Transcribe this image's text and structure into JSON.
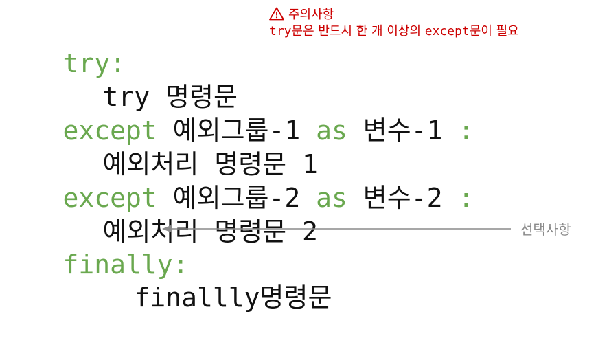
{
  "code": {
    "try_kw": "try:",
    "try_body": "try 명령문",
    "except1": {
      "kw": "except",
      "group": " 예외그룹-1 ",
      "as": "as",
      "var": " 변수-1 ",
      "colon": ":"
    },
    "except1_body": "예외처리 명령문 1",
    "except2": {
      "kw": "except",
      "group": " 예외그룹-2 ",
      "as": "as",
      "var": " 변수-2 ",
      "colon": ":"
    },
    "except2_body": "예외처리 명령문 2",
    "finally_kw": "finally:",
    "finally_body": "finallly명령문"
  },
  "note": {
    "icon": "warning-triangle-icon",
    "title": "주의사항",
    "line_prefix": "try",
    "line_mid": "문은 반드시 한 개 이상의 ",
    "line_kw": "except",
    "line_suffix": "문이 필요"
  },
  "annotation": {
    "label": "선택사항",
    "icon": "left-arrow-icon"
  },
  "colors": {
    "keyword": "#6aa84f",
    "text": "#111111",
    "note": "#cc0000",
    "annotation": "#8a8a8a"
  }
}
